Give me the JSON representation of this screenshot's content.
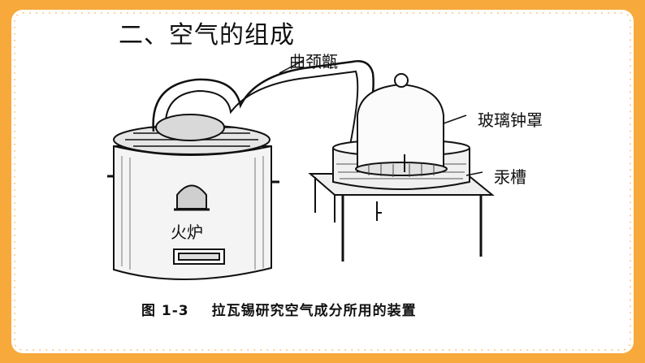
{
  "slide": {
    "title": "二、空气的组成",
    "frame_color": "#f7a93b"
  },
  "figure": {
    "labels": {
      "retort": "曲颈甑",
      "bell_jar": "玻璃钟罩",
      "mercury_trough": "汞槽",
      "furnace": "火炉"
    },
    "caption_number": "图 1-3",
    "caption_text": "拉瓦锡研究空气成分所用的装置"
  }
}
